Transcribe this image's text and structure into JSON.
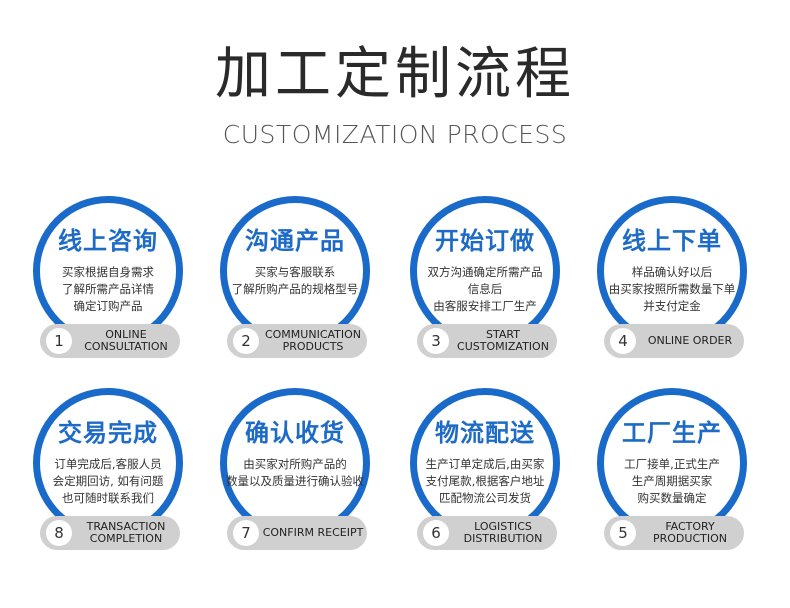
{
  "header": {
    "title": "加工定制流程",
    "subtitle": "CUSTOMIZATION PROCESS"
  },
  "steps": [
    {
      "number": "1",
      "title": "线上咨询",
      "desc": [
        "买家根据自身需求",
        "了解所需产品详情",
        "确定订购产品"
      ],
      "label": [
        "ONLINE",
        "CONSULTATION"
      ]
    },
    {
      "number": "2",
      "title": "沟通产品",
      "desc": [
        "买家与客服联系",
        "了解所购产品的规格型号"
      ],
      "label": [
        "COMMUNICATION",
        "PRODUCTS"
      ]
    },
    {
      "number": "3",
      "title": "开始订做",
      "desc": [
        "双方沟通确定所需产品",
        "信息后",
        "由客服安排工厂生产"
      ],
      "label": [
        "START",
        "CUSTOMIZATION"
      ]
    },
    {
      "number": "4",
      "title": "线上下单",
      "desc": [
        "样品确认好以后",
        "由买家按照所需数量下单",
        "并支付定金"
      ],
      "label": [
        "ONLINE ORDER"
      ]
    },
    {
      "number": "8",
      "title": "交易完成",
      "desc": [
        "订单完成后,客服人员",
        "会定期回访, 如有问题",
        "也可随时联系我们"
      ],
      "label": [
        "TRANSACTION",
        "COMPLETION"
      ]
    },
    {
      "number": "7",
      "title": "确认收货",
      "desc": [
        "由买家对所购产品的",
        "数量以及质量进行确认验收"
      ],
      "label": [
        "CONFIRM RECEIPT"
      ]
    },
    {
      "number": "6",
      "title": "物流配送",
      "desc": [
        "生产订单定成后,由买家",
        "支付尾款,根据客户地址",
        "匹配物流公司发货"
      ],
      "label": [
        "LOGISTICS",
        "DISTRIBUTION"
      ]
    },
    {
      "number": "5",
      "title": "工厂生产",
      "desc": [
        "工厂接单,正式生产",
        "生产周期据买家",
        "购买数量确定"
      ],
      "label": [
        "FACTORY",
        "PRODUCTION"
      ]
    }
  ],
  "colors": {
    "accent": "#1a6bc9",
    "pill": "#d0d0d0",
    "title_text": "#2a2a2a"
  }
}
